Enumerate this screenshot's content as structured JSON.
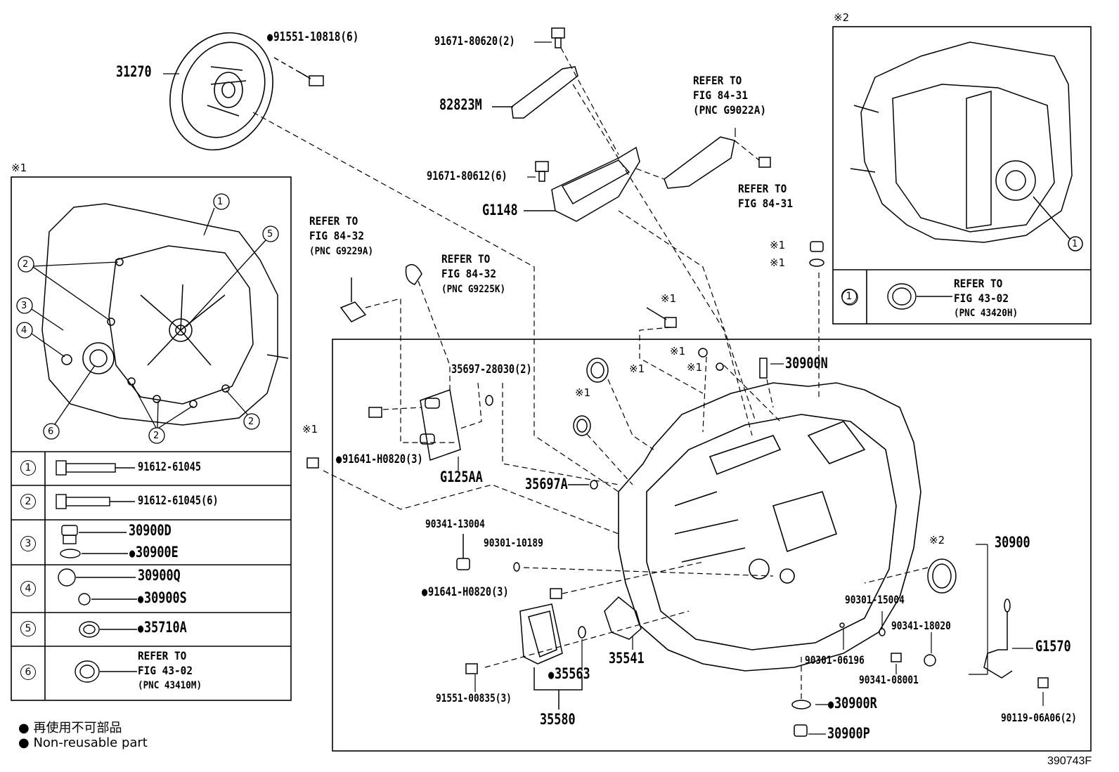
{
  "labels": {
    "p31270": "31270",
    "p91551_10818": "91551-10818(6)",
    "p91671_80620": "91671-80620(2)",
    "p82823M": "82823M",
    "p91671_80612": "91671-80612(6)",
    "pG1148": "G1148",
    "p35697_28030": "35697-28030(2)",
    "p91641_H0820_a": "91641-H0820(3)",
    "pG125AA": "G125AA",
    "p35697A": "35697A",
    "p90341_13004": "90341-13004",
    "p90301_10189": "90301-10189",
    "p91641_H0820_b": "91641-H0820(3)",
    "p35563": "35563",
    "p35541": "35541",
    "p91551_00835": "91551-00835(3)",
    "p35580": "35580",
    "p30900N": "30900N",
    "p30900": "30900",
    "p90301_15004": "90301-15004",
    "p90341_18020": "90341-18020",
    "p90301_06196": "90301-06196",
    "p90341_08001": "90341-08001",
    "p30900R": "30900R",
    "p30900P": "30900P",
    "pG1570": "G1570",
    "p90119_06A06": "90119-06A06(2)",
    "code": "390743F"
  },
  "refs": {
    "r84_31a_1": "REFER TO",
    "r84_31a_2": "FIG 84-31",
    "r84_31a_3": "(PNC G9022A)",
    "r84_31b_1": "REFER TO",
    "r84_31b_2": "FIG 84-31",
    "r84_32a_1": "REFER TO",
    "r84_32a_2": "FIG 84-32",
    "r84_32a_3": "(PNC G9229A)",
    "r84_32b_1": "REFER TO",
    "r84_32b_2": "FIG 84-32",
    "r84_32b_3": "(PNC G9225K)"
  },
  "marks": {
    "note1": "※1",
    "note2": "※2"
  },
  "inset1_table": [
    {
      "num": "1",
      "part": "91612-61045"
    },
    {
      "num": "2",
      "part": "91612-61045(6)"
    },
    {
      "num": "3",
      "part_a": "30900D",
      "part_b": "30900E"
    },
    {
      "num": "4",
      "part_a": "30900Q",
      "part_b": "30900S"
    },
    {
      "num": "5",
      "part": "35710A"
    },
    {
      "num": "6",
      "ref1": "REFER TO",
      "ref2": "FIG 43-02",
      "ref3": "(PNC 43410M)"
    }
  ],
  "inset2_table": {
    "num": "1",
    "ref1": "REFER TO",
    "ref2": "FIG 43-02",
    "ref3": "(PNC 43420H)"
  },
  "legend": {
    "jp": "再使用不可部品",
    "en": "Non-reusable part"
  }
}
